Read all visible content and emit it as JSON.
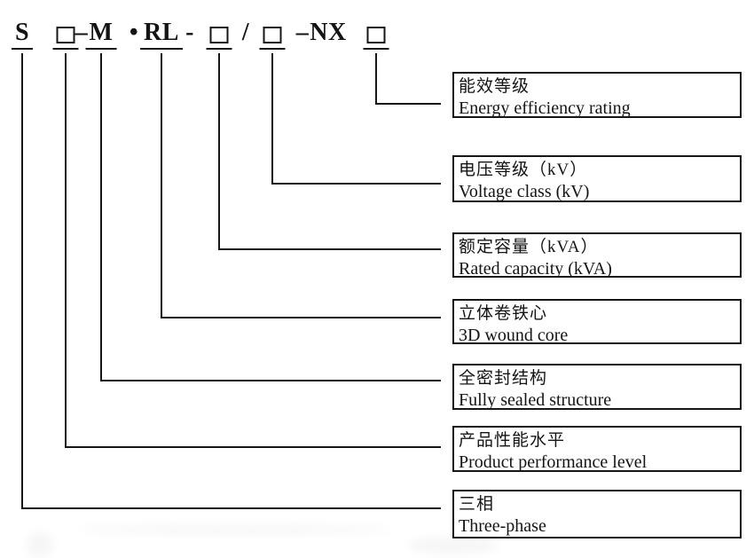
{
  "model_code": {
    "full_text": "S □–M •RL - □ / □ –NX □",
    "tokens": [
      {
        "text": "S",
        "underline": true,
        "type": "letters"
      },
      {
        "text": "□",
        "underline": true,
        "type": "placeholder-box"
      },
      {
        "text": "–",
        "underline": false,
        "type": "separator"
      },
      {
        "text": "M",
        "underline": true,
        "type": "letters"
      },
      {
        "text": "•",
        "underline": false,
        "type": "separator"
      },
      {
        "text": "RL",
        "underline": true,
        "type": "letters"
      },
      {
        "text": "-",
        "underline": false,
        "type": "separator"
      },
      {
        "text": "□",
        "underline": true,
        "type": "placeholder-box"
      },
      {
        "text": "/",
        "underline": false,
        "type": "separator"
      },
      {
        "text": "□",
        "underline": true,
        "type": "placeholder-box"
      },
      {
        "text": "–",
        "underline": false,
        "type": "separator"
      },
      {
        "text": "NX",
        "underline": false,
        "type": "letters"
      },
      {
        "text": "□",
        "underline": true,
        "type": "placeholder-box"
      }
    ]
  },
  "legend_boxes": [
    {
      "zh": "能效等级",
      "en": "Energy efficiency rating",
      "linked_token_index": 12
    },
    {
      "zh": "电压等级（kV）",
      "en": "Voltage class (kV)",
      "linked_token_index": 9
    },
    {
      "zh": "额定容量（kVA）",
      "en": "Rated capacity (kVA)",
      "linked_token_index": 7
    },
    {
      "zh": "立体卷铁心",
      "en": "3D wound core",
      "linked_token_index": 5
    },
    {
      "zh": "全密封结构",
      "en": "Fully sealed structure",
      "linked_token_index": 3
    },
    {
      "zh": "产品性能水平",
      "en": "Product performance level",
      "linked_token_index": 1
    },
    {
      "zh": "三相",
      "en": "Three-phase",
      "linked_token_index": 0
    }
  ],
  "colors": {
    "line": "#161616",
    "text": "#141414",
    "background": "#ffffff"
  }
}
